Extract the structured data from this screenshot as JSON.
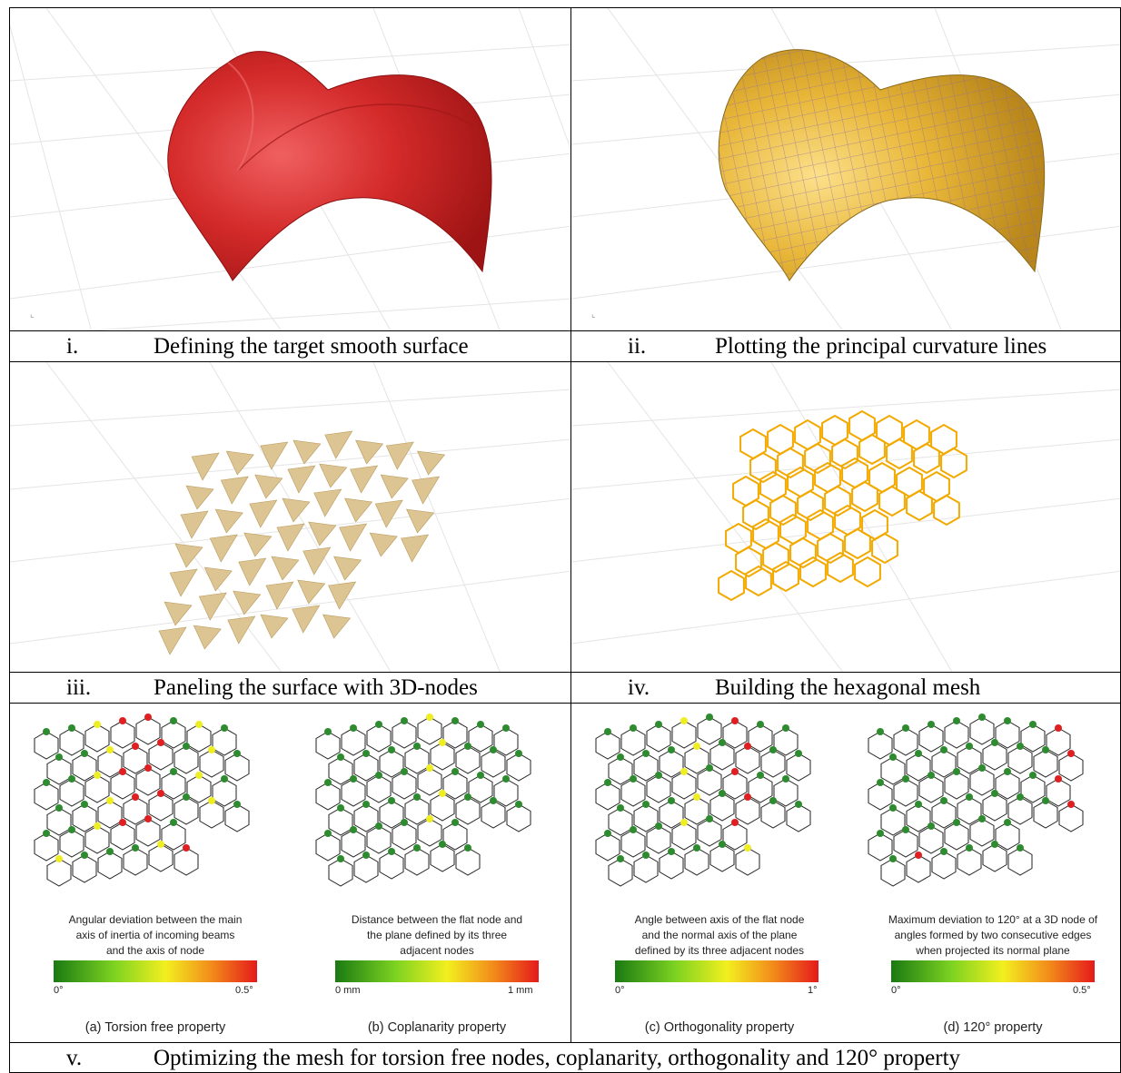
{
  "panels": {
    "i": {
      "num": "i.",
      "caption": "Defining the target smooth surface"
    },
    "ii": {
      "num": "ii.",
      "caption": "Plotting the principal curvature lines"
    },
    "iii": {
      "num": "iii.",
      "caption": "Paneling the surface with 3D-nodes"
    },
    "iv": {
      "num": "iv.",
      "caption": "Building the hexagonal mesh"
    },
    "v": {
      "num": "v.",
      "caption": "Optimizing the mesh for torsion free nodes, coplanarity, orthogonality and 120° property"
    }
  },
  "properties": [
    {
      "description": "Angular deviation between the main\naxis of inertia of incoming beams\nand the axis of node",
      "min": "0°",
      "max": "0.5°",
      "label": "(a) Torsion free property"
    },
    {
      "description": "Distance between the flat node and\nthe plane defined by its three\nadjacent nodes",
      "min": "0 mm",
      "max": "1 mm",
      "label": "(b) Coplanarity property"
    },
    {
      "description": "Angle between axis of the flat node\nand the normal axis of the plane\ndefined by its three adjacent nodes",
      "min": "0°",
      "max": "1°",
      "label": "(c) Orthogonality property"
    },
    {
      "description": "Maximum deviation to 120° at a 3D node of\nangles formed by two consecutive edges\nwhen projected its normal plane",
      "min": "0°",
      "max": "0.5°",
      "label": "(d) 120° property"
    }
  ],
  "colors": {
    "surface_red": "#d42a2a",
    "surface_gold": "#e8b637",
    "panel_tan": "#dcc493",
    "hex_orange": "#f2a900",
    "mesh_green": "#2e8b2e",
    "mesh_red": "#e02020",
    "mesh_yellow": "#eeee22"
  }
}
